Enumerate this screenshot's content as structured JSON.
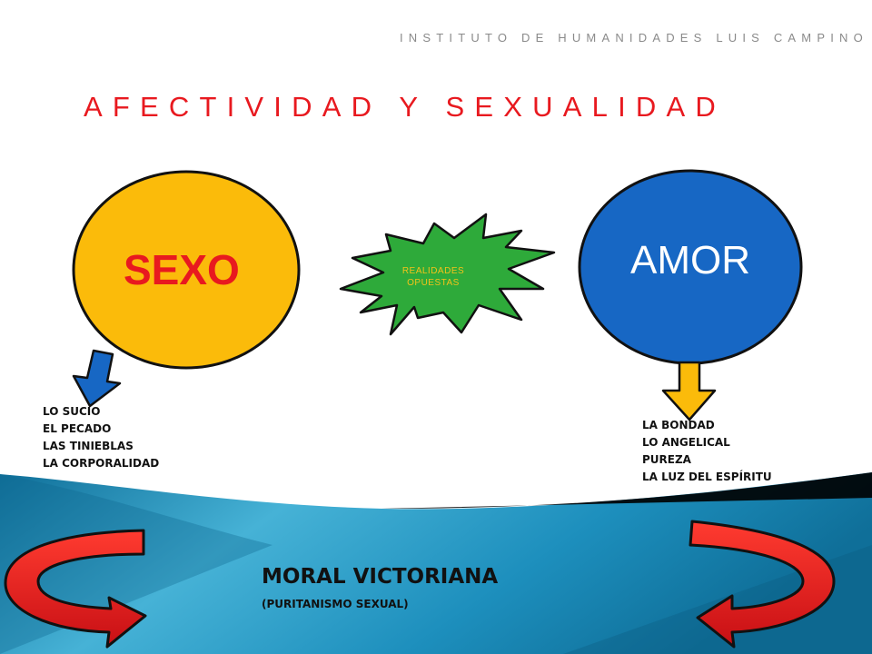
{
  "header": {
    "institute": "INSTITUTO DE HUMANIDADES LUIS CAMPINO",
    "title": "AFECTIVIDAD Y SEXUALIDAD"
  },
  "left_node": {
    "label": "SEXO",
    "items": [
      "LO SUCIO",
      "EL PECADO",
      "LAS TINIEBLAS",
      "LA CORPORALIDAD"
    ]
  },
  "right_node": {
    "label": "AMOR",
    "items": [
      "LA BONDAD",
      "LO ANGELICAL",
      "PUREZA",
      "LA LUZ DEL ESPÍRITU"
    ]
  },
  "center": {
    "line1": "REALIDADES",
    "line2": "OPUESTAS"
  },
  "footer": {
    "title": "MORAL VICTORIANA",
    "subtitle": "(PURITANISMO SEXUAL)"
  },
  "colors": {
    "title_red": "#e8191f",
    "sexo_fill": "#fbbb0a",
    "amor_fill": "#1767c4",
    "burst_fill": "#2eaa3a",
    "band_blue": "#1a8cb8",
    "arrow_red": "#e8191f"
  }
}
